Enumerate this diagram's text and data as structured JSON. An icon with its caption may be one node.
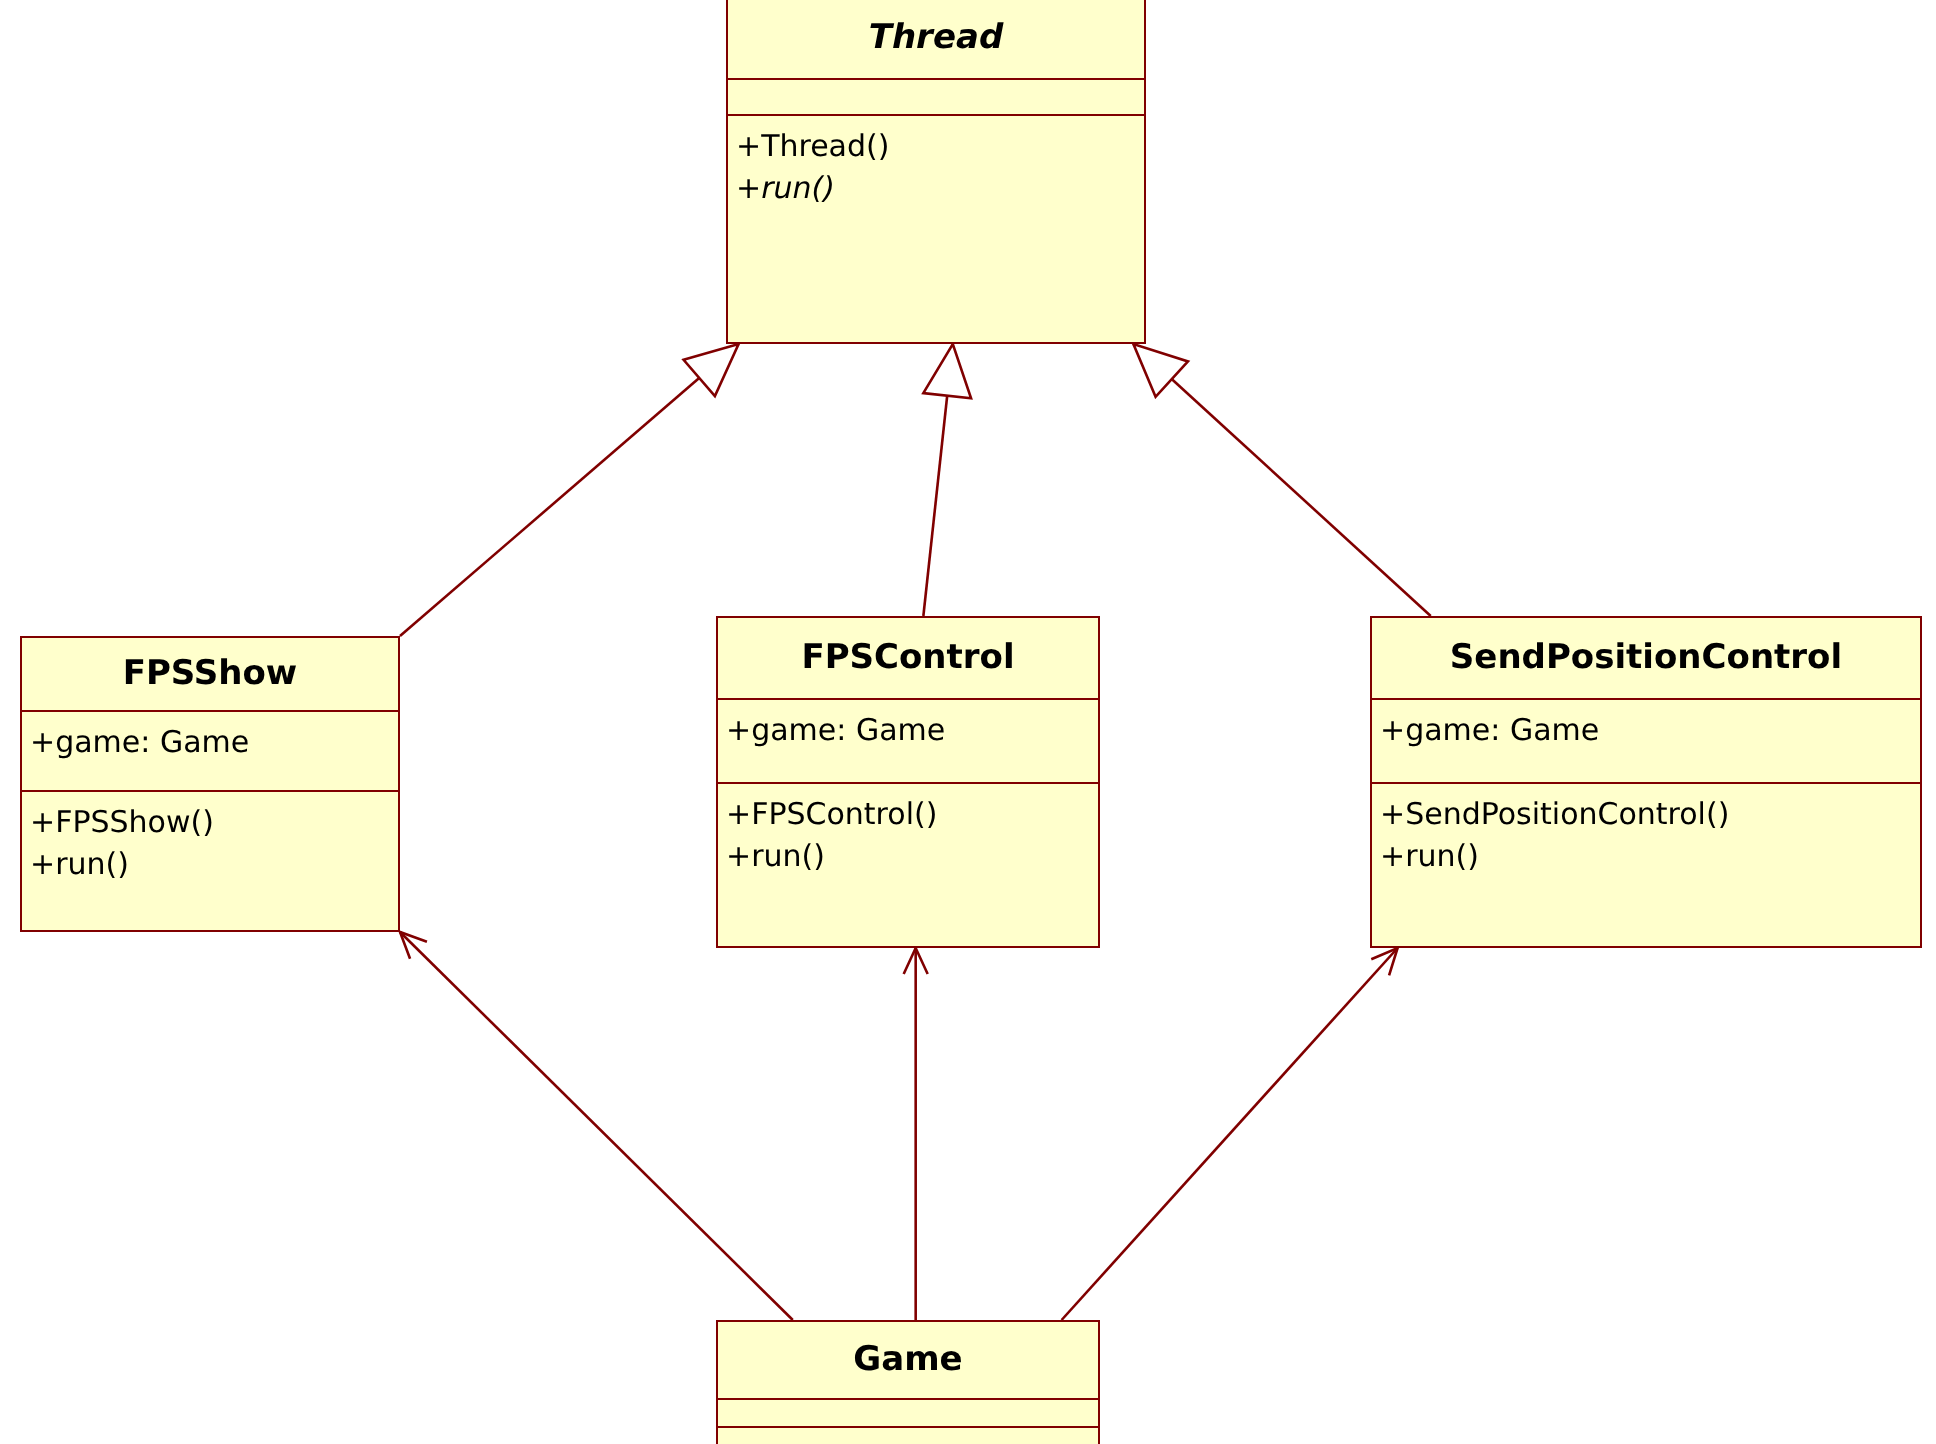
{
  "diagram": {
    "nodes": [
      {
        "text": [
          "Thread"
        ]
      },
      {
        "text": [],
        "shape": "box",
        "in": 0
      },
      {
        "text": [
          "+Thread()",
          "*+run()*"
        ],
        "in": 0
      },
      {
        "text": [
          "FPSShow"
        ]
      },
      {
        "text": [
          "+game: Game"
        ],
        "in": 3
      },
      {
        "text": [
          "+FPSShow()",
          "+run()"
        ],
        "in": 3
      },
      {
        "text": [
          "FPSControl"
        ]
      },
      {
        "text": [
          "+game: Game"
        ],
        "in": 6
      },
      {
        "text": [
          "+FPSControl()",
          "+run()"
        ],
        "in": 6
      },
      {
        "text": [
          "SendPositionControl"
        ]
      },
      {
        "text": [
          "+game: Game"
        ],
        "in": 9
      },
      {
        "text": [
          "+SendPositionControl()",
          "+run()"
        ],
        "in": 9
      },
      {
        "text": [
          "Game"
        ]
      },
      {
        "text": [],
        "shape": "box",
        "in": 12
      },
      {
        "text": [],
        "shape": "box",
        "in": 12
      }
    ],
    "edges": [
      {
        "from": 3,
        "to": 0,
        "arrow": "to"
      },
      {
        "from": 6,
        "to": 0,
        "arrow": "to"
      },
      {
        "from": 9,
        "to": 0,
        "arrow": "to"
      },
      {
        "from": 12,
        "to": 3,
        "arrow": "to"
      },
      {
        "from": 12,
        "to": 6,
        "arrow": "to"
      },
      {
        "from": 12,
        "to": 9,
        "arrow": "to"
      }
    ]
  }
}
